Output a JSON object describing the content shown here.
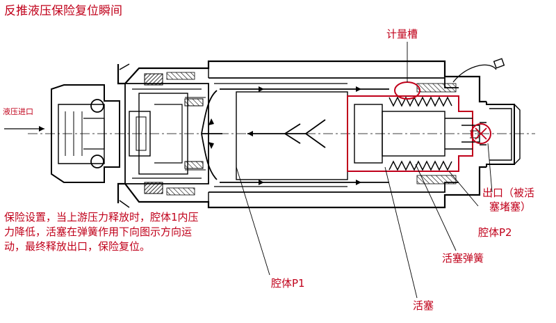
{
  "title": "反推液压保险复位瞬间",
  "description": "保险设置，当上游压力释放时，腔体1内压力降低，活塞在弹簧作用下向图示方向运动，最终释放出口，保险复位。",
  "labels": {
    "inlet": "液压进口",
    "metering_groove": "计量槽",
    "outlet_line1": "出口（被活",
    "outlet_line2": "塞堵塞）",
    "chamber_p2": "腔体P2",
    "piston_spring": "活塞弹簧",
    "chamber_p1": "腔体P1",
    "piston": "活塞"
  },
  "colors": {
    "annotation": "#c0001a",
    "line": "#000000",
    "background": "#ffffff"
  }
}
